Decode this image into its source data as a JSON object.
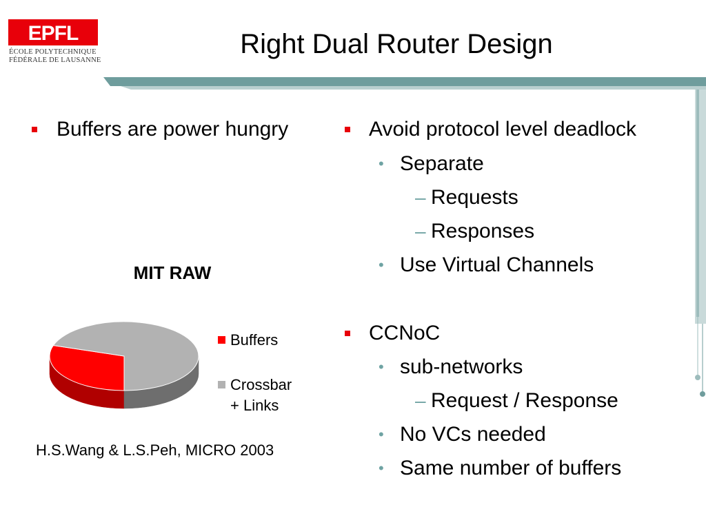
{
  "logo": {
    "mark": "EPFL",
    "line1": "ÉCOLE POLYTECHNIQUE",
    "line2": "FÉDÉRALE DE LAUSANNE",
    "color": "#e8000a"
  },
  "title": "Right Dual Router Design",
  "left_column": {
    "bullets": [
      {
        "text": "Buffers are power hungry"
      }
    ]
  },
  "right_column": {
    "groups": [
      {
        "text": "Avoid protocol level deadlock",
        "children": [
          {
            "text": "Separate",
            "children": [
              {
                "text": "Requests"
              },
              {
                "text": "Responses"
              }
            ]
          },
          {
            "text": "Use Virtual Channels"
          }
        ]
      },
      {
        "text": "CCNoC",
        "children": [
          {
            "text": "sub-networks",
            "children": [
              {
                "text": "Request / Response"
              }
            ]
          },
          {
            "text": "No VCs needed"
          },
          {
            "text": "Same number of buffers"
          }
        ]
      }
    ]
  },
  "chart_data": {
    "type": "pie",
    "title": "MIT RAW",
    "categories": [
      "Buffers",
      "Crossbar + Links"
    ],
    "legend": [
      "Buffers",
      "Crossbar",
      "+ Links"
    ],
    "values": [
      30,
      70
    ],
    "colors": [
      "#ff0000",
      "#b2b2b2"
    ],
    "legend_position": "right"
  },
  "citation": "H.S.Wang & L.S.Peh, MICRO 2003",
  "colors": {
    "accent_bullet": "#e8000a",
    "subbullet": "#6fa3a3",
    "decor_band": "#6f9d9d"
  }
}
